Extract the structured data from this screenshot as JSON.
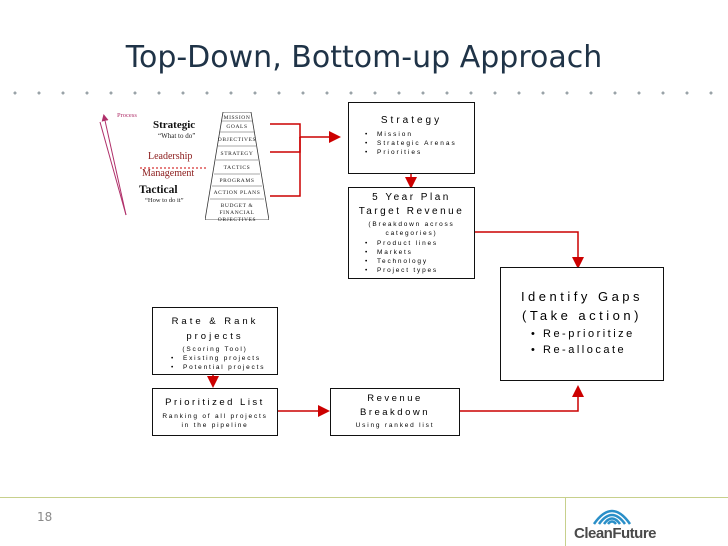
{
  "slide": {
    "title": "Top-Down, Bottom-up Approach",
    "page_number": "18",
    "logo_text": "CleanFuture"
  },
  "pyramid": {
    "process_label": "Process",
    "strategic_label": "Strategic",
    "strategic_sub": "“What to do”",
    "leadership_label": "Leadership",
    "management_label": "Management",
    "tactical_label": "Tactical",
    "tactical_sub": "“How to do it”",
    "levels": [
      "MISSION",
      "GOALS",
      "OBJECTIVES",
      "STRATEGY",
      "TACTICS",
      "PROGRAMS",
      "ACTION PLANS",
      "BUDGET & FINANCIAL OBJECTIVES"
    ]
  },
  "strategy_box": {
    "title": "Strategy",
    "items": [
      "Mission",
      "Strategic Arenas",
      "Priorities"
    ]
  },
  "plan_box": {
    "title_line1": "5 Year Plan",
    "title_line2": "Target Revenue",
    "subtitle": "(Breakdown across categories)",
    "items": [
      "Product lines",
      "Markets",
      "Technology",
      "Project types"
    ]
  },
  "gaps_box": {
    "title_line1": "Identify Gaps",
    "title_line2": "(Take action)",
    "items": [
      "Re-prioritize",
      "Re-allocate"
    ]
  },
  "rank_box": {
    "title": "Rate & Rank projects",
    "subtitle": "(Scoring Tool)",
    "items": [
      "Existing projects",
      "Potential projects"
    ]
  },
  "prioritized_box": {
    "title": "Prioritized List",
    "subtitle": "Ranking of all projects in the pipeline"
  },
  "revenue_box": {
    "title": "Revenue Breakdown",
    "subtitle": "Using ranked list"
  },
  "colors": {
    "arrow": "#cc0000",
    "title": "#1f3347",
    "leadership": "#8b1a1a",
    "logo_blue": "#2a8fc8"
  }
}
